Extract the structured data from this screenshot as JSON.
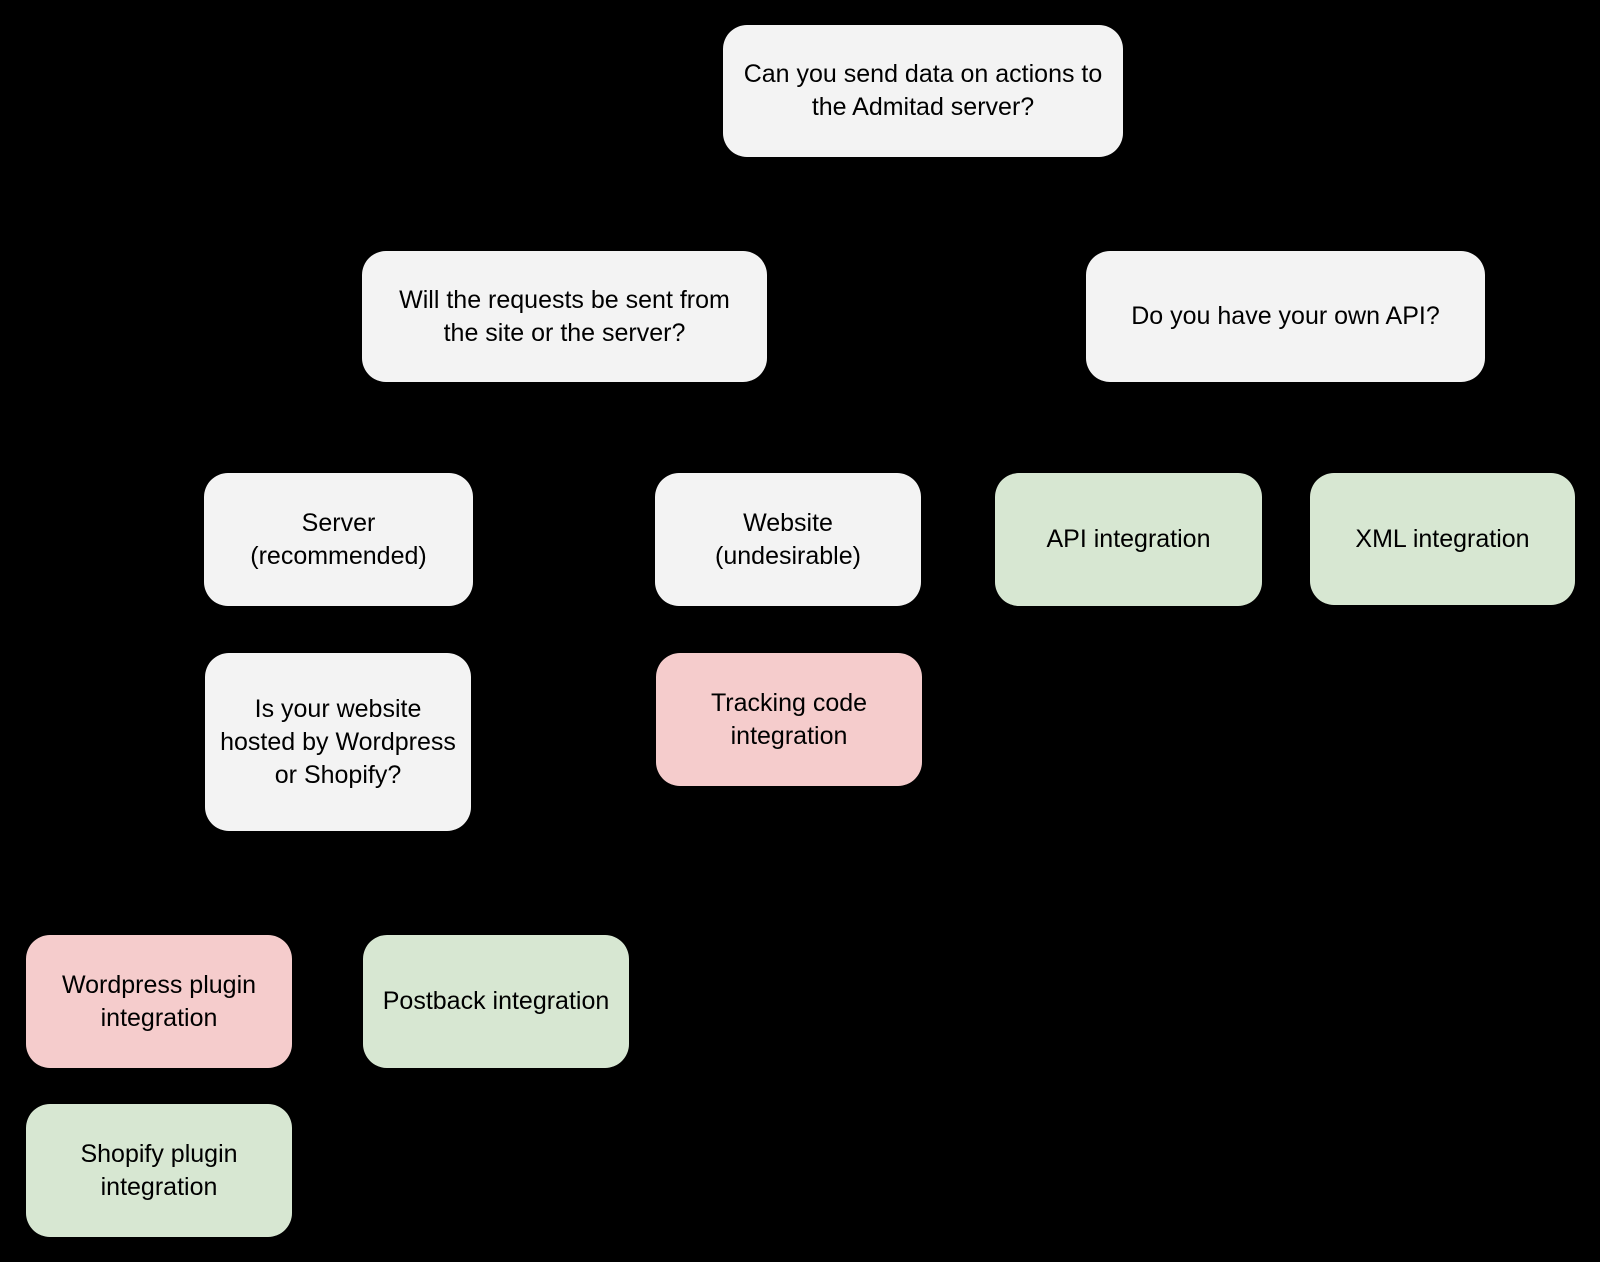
{
  "diagram": {
    "background": "#000000",
    "colors": {
      "question": "#f3f3f3",
      "positive": "#d7e7d2",
      "negative": "#f5cccc",
      "text": "#000000"
    },
    "nodes": [
      {
        "id": "q-top",
        "type": "question",
        "label": "Can you send data on actions to\nthe Admitad server?"
      },
      {
        "id": "q-requests",
        "type": "question",
        "label": "Will the requests be sent from\nthe site or the server?"
      },
      {
        "id": "q-api",
        "type": "question",
        "label": "Do you have your own API?"
      },
      {
        "id": "server",
        "type": "question",
        "label": "Server\n(recommended)"
      },
      {
        "id": "website",
        "type": "question",
        "label": "Website\n(undesirable)"
      },
      {
        "id": "api-int",
        "type": "positive",
        "label": "API integration"
      },
      {
        "id": "xml-int",
        "type": "positive",
        "label": "XML integration"
      },
      {
        "id": "q-hosted",
        "type": "question",
        "label": "Is your website\nhosted by Wordpress\nor Shopify?"
      },
      {
        "id": "tracking",
        "type": "negative",
        "label": "Tracking code\nintegration"
      },
      {
        "id": "wordpress",
        "type": "negative",
        "label": "Wordpress plugin\nintegration"
      },
      {
        "id": "postback",
        "type": "positive",
        "label": "Postback integration"
      },
      {
        "id": "shopify",
        "type": "positive",
        "label": "Shopify plugin\nintegration"
      }
    ]
  }
}
